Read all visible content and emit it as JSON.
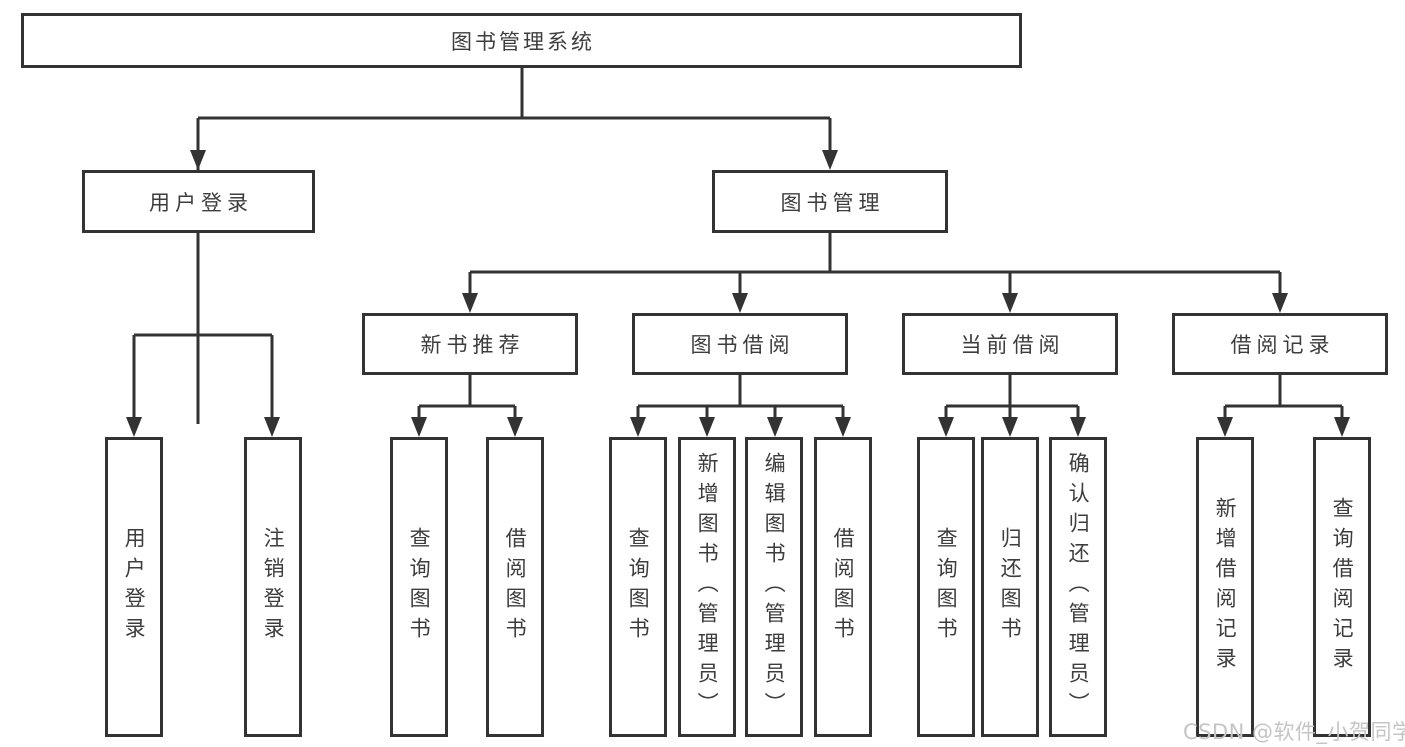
{
  "tree": {
    "label": "图书管理系统",
    "children": [
      {
        "label": "用户登录",
        "children": [
          {
            "label": "用户登录"
          },
          {
            "label": "注销登录"
          }
        ]
      },
      {
        "label": "图书管理",
        "children": [
          {
            "label": "新书推荐",
            "children": [
              {
                "label": "查询图书"
              },
              {
                "label": "借阅图书"
              }
            ]
          },
          {
            "label": "图书借阅",
            "children": [
              {
                "label": "查询图书"
              },
              {
                "label": "新增图书（管理员）"
              },
              {
                "label": "编辑图书（管理员）"
              },
              {
                "label": "借阅图书"
              }
            ]
          },
          {
            "label": "当前借阅",
            "children": [
              {
                "label": "查询图书"
              },
              {
                "label": "归还图书"
              },
              {
                "label": "确认归还（管理员）"
              }
            ]
          },
          {
            "label": "借阅记录",
            "children": [
              {
                "label": "新增借阅记录"
              },
              {
                "label": "查询借阅记录"
              }
            ]
          }
        ]
      }
    ]
  },
  "watermark": {
    "text": "CSDN @软件_小贺同学"
  },
  "colors": {
    "line": "#333333",
    "text": "#3d3d3d",
    "background": "#ffffff",
    "watermark": "#c5c5c5"
  }
}
